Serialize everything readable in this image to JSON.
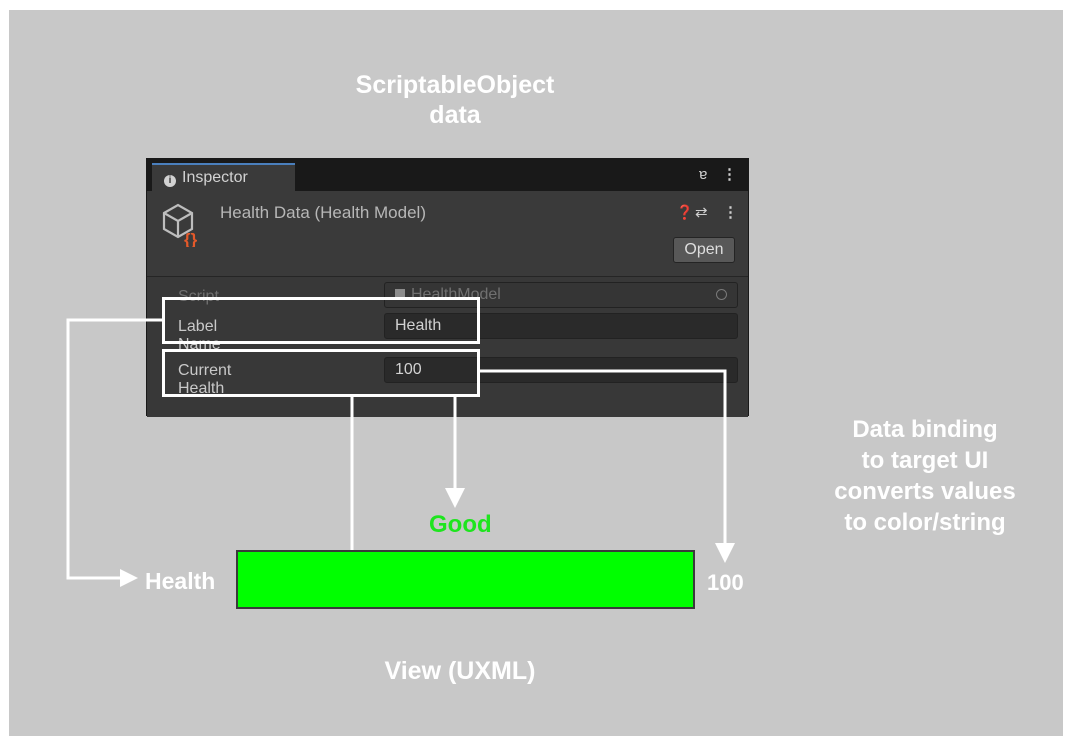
{
  "titles": {
    "top": "ScriptableObject\ndata",
    "side": "Data binding\nto target UI\nconverts values\nto color/string",
    "bottom": "View (UXML)"
  },
  "inspector": {
    "tab_label": "Inspector",
    "asset_title": "Health Data (Health Model)",
    "open_label": "Open",
    "fields": {
      "script_label": "Script",
      "script_value": "HealthModel",
      "label_name_label": "Label Name",
      "label_name_value": "Health",
      "current_health_label": "Current Health",
      "current_health_value": "100"
    }
  },
  "view": {
    "label": "Health",
    "status": "Good",
    "value": "100",
    "bar_fill_fraction": 1.0,
    "bar_color": "#00ff00",
    "status_color": "#1ee51e"
  },
  "colors": {
    "background": "#c8c8c8",
    "panel": "#3a3a3a",
    "highlight": "#ffffff"
  }
}
